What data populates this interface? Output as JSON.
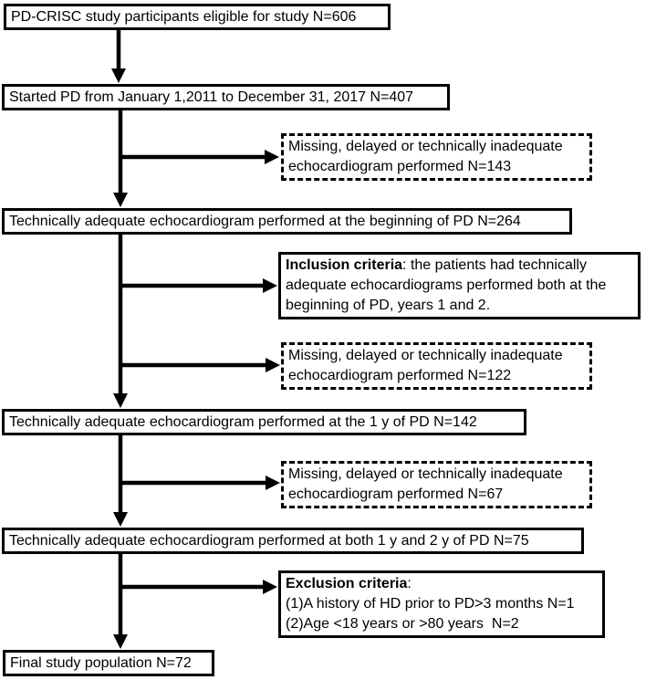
{
  "flowchart": {
    "main_boxes": {
      "eligible": "PD-CRISC study participants eligible for study N=606",
      "started_pd": "Started PD from January 1,2011 to December 31, 2017 N=407",
      "echo_beginning": "Technically adequate echocardiogram performed at the beginning of PD N=264",
      "echo_year1": "Technically adequate echocardiogram performed at the 1 y of PD N=142",
      "echo_both_years": "Technically adequate echocardiogram performed at both 1 y and 2 y of PD N=75",
      "final_population": "Final study population N=72"
    },
    "side_boxes": {
      "excluded_143": "Missing, delayed or technically inadequate echocardiogram performed N=143",
      "inclusion_title": "Inclusion criteria",
      "inclusion_rest": ": the patients had technically adequate echocardiograms performed both at the beginning of PD, years 1 and 2.",
      "excluded_122": "Missing, delayed or technically inadequate echocardiogram performed N=122",
      "excluded_67": "Missing, delayed or technically inadequate echocardiogram performed N=67",
      "exclusion_title": "Exclusion criteria",
      "exclusion_colon": ":",
      "exclusion_item1": "(1)A history of HD prior to PD>3 months N=1",
      "exclusion_item2": "(2)Age <18 years or >80 years  N=2"
    },
    "colors": {
      "line": "#000000",
      "background": "#ffffff"
    }
  }
}
